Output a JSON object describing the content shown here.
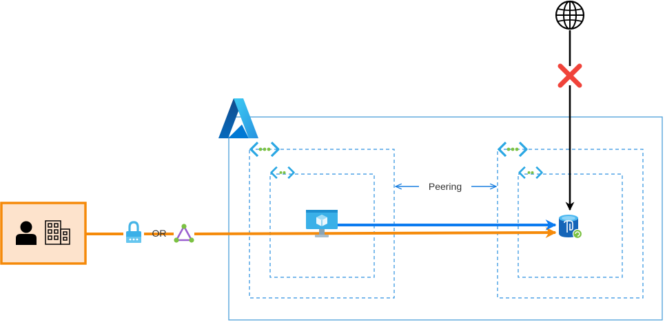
{
  "labels": {
    "peering": "Peering",
    "or": "OR"
  },
  "icons": {
    "azure_logo": "azure-logo",
    "vnet_left_outer": "virtual-network-icon",
    "subnet_left": "subnet-icon",
    "vnet_right_outer": "virtual-network-icon",
    "subnet_right": "subnet-icon",
    "vm": "virtual-machine-icon",
    "postgres": "azure-database-postgresql-icon",
    "internet": "globe-icon",
    "blocked": "red-x-icon",
    "user": "user-icon",
    "building": "building-icon",
    "vpn": "vpn-gateway-lock-icon",
    "expressroute": "expressroute-triangle-icon"
  },
  "colors": {
    "azure_border": "#4a9fd8",
    "dashed_border": "#2a8fe0",
    "peering_arrow": "#1a7fe0",
    "blue_flow": "#0b7bf0",
    "orange_flow": "#f58a0a",
    "onprem_fill": "#fde3cc",
    "onprem_border": "#f58a0a",
    "blocked_x": "#f0433a",
    "black_flow": "#000000"
  }
}
